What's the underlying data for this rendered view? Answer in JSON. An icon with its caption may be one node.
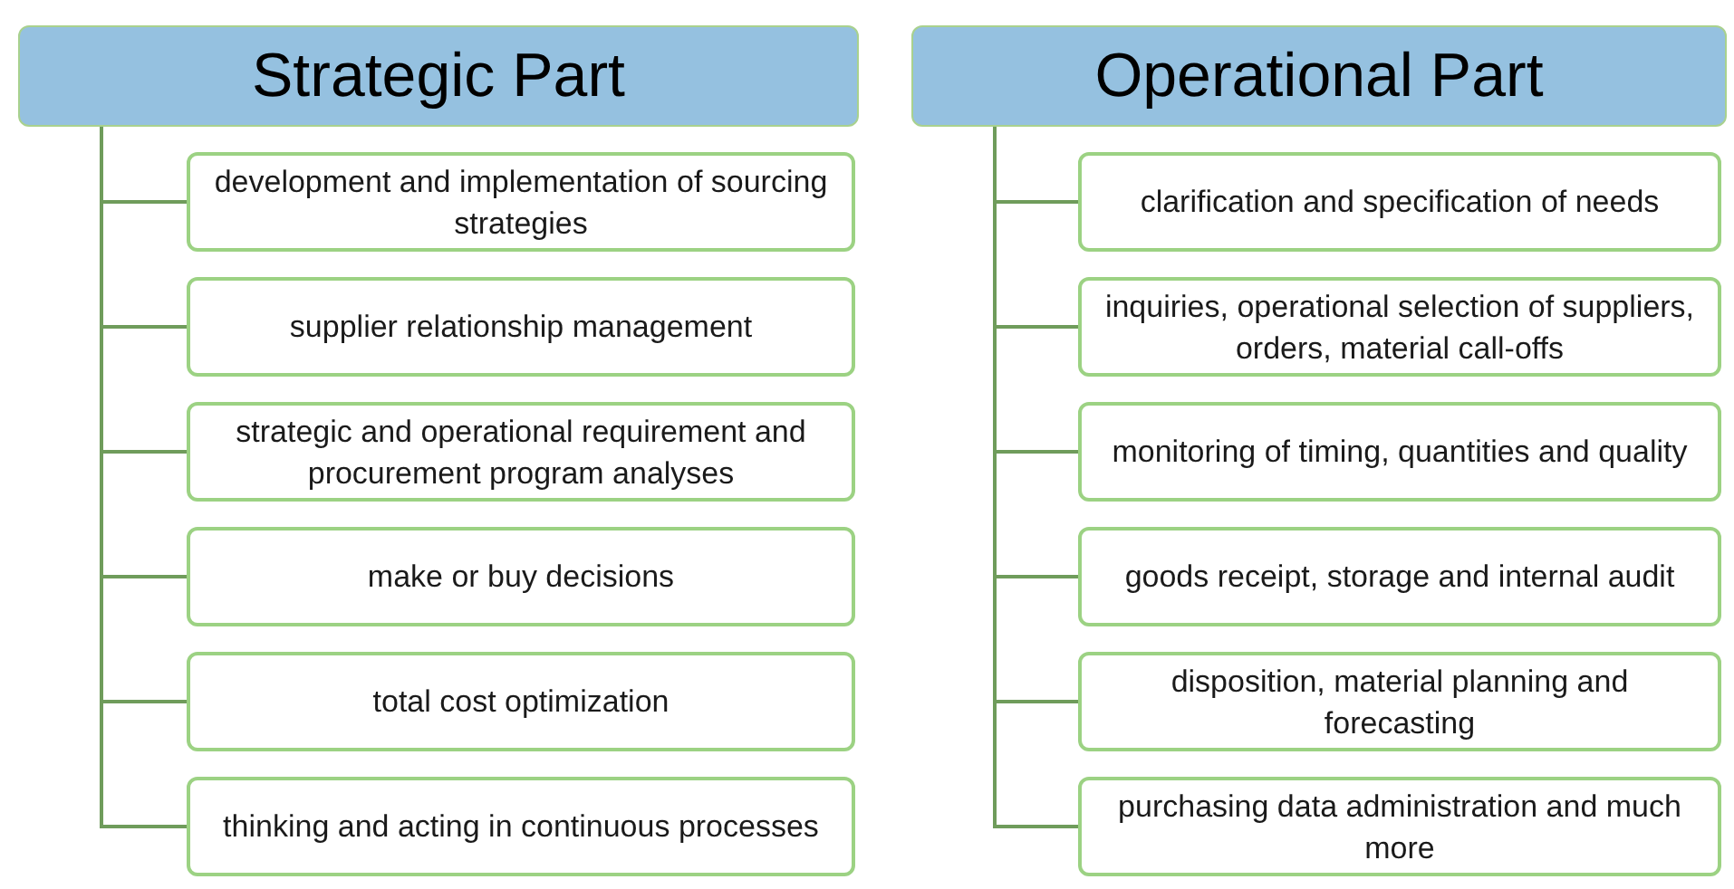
{
  "diagram": {
    "nodes": [
      {
        "text": [
          "Strategic Part"
        ]
      },
      {
        "text": [
          "development and implementation of sourcing strategies"
        ]
      },
      {
        "text": [
          "supplier relationship management"
        ]
      },
      {
        "text": [
          "strategic and operational requirement and procurement program analyses"
        ]
      },
      {
        "text": [
          "make or buy decisions"
        ]
      },
      {
        "text": [
          "total cost optimization"
        ]
      },
      {
        "text": [
          "thinking and acting in continuous processes"
        ]
      },
      {
        "text": [
          "Operational Part"
        ]
      },
      {
        "text": [
          "clarification and specification of needs"
        ]
      },
      {
        "text": [
          "inquiries, operational selection of suppliers, orders, material call-offs"
        ]
      },
      {
        "text": [
          "monitoring of timing, quantities and quality"
        ]
      },
      {
        "text": [
          "goods receipt, storage and internal audit"
        ]
      },
      {
        "text": [
          "disposition, material planning and forecasting"
        ]
      },
      {
        "text": [
          "purchasing data administration and much more"
        ]
      }
    ],
    "edges": [
      {
        "from": 0,
        "to": 1,
        "arrow": "none"
      },
      {
        "from": 0,
        "to": 2,
        "arrow": "none"
      },
      {
        "from": 0,
        "to": 3,
        "arrow": "none"
      },
      {
        "from": 0,
        "to": 4,
        "arrow": "none"
      },
      {
        "from": 0,
        "to": 5,
        "arrow": "none"
      },
      {
        "from": 0,
        "to": 6,
        "arrow": "none"
      },
      {
        "from": 7,
        "to": 8,
        "arrow": "none"
      },
      {
        "from": 7,
        "to": 9,
        "arrow": "none"
      },
      {
        "from": 7,
        "to": 10,
        "arrow": "none"
      },
      {
        "from": 7,
        "to": 11,
        "arrow": "none"
      },
      {
        "from": 7,
        "to": 12,
        "arrow": "none"
      },
      {
        "from": 7,
        "to": 13,
        "arrow": "none"
      }
    ]
  }
}
